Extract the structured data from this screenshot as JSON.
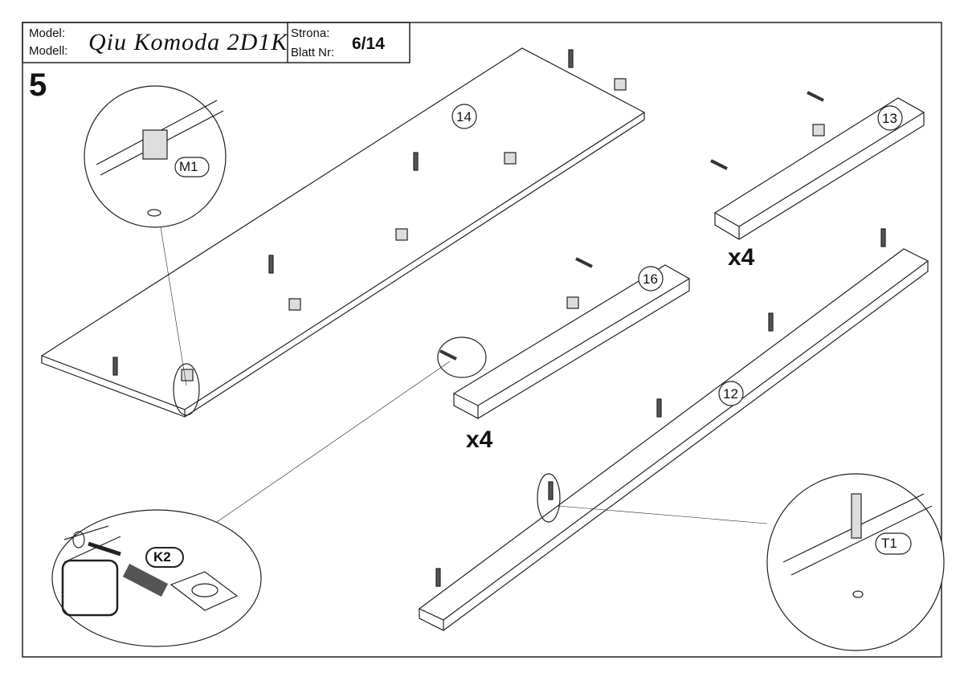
{
  "header": {
    "model_label_pl": "Model:",
    "model_label_de": "Modell:",
    "model_name": "Qiu Komoda 2D1K",
    "page_label_pl": "Strona:",
    "page_label_de": "Blatt Nr:",
    "page_number": "6/14"
  },
  "step_number": "5",
  "parts": {
    "panel_14": "14",
    "panel_13": "13",
    "panel_16": "16",
    "panel_12": "12"
  },
  "quantities": {
    "panel_13_qty": "x4",
    "panel_16_qty": "x4"
  },
  "hardware": {
    "cam_lock": "M1",
    "dowel": "K2",
    "cam_bolt": "T1"
  }
}
